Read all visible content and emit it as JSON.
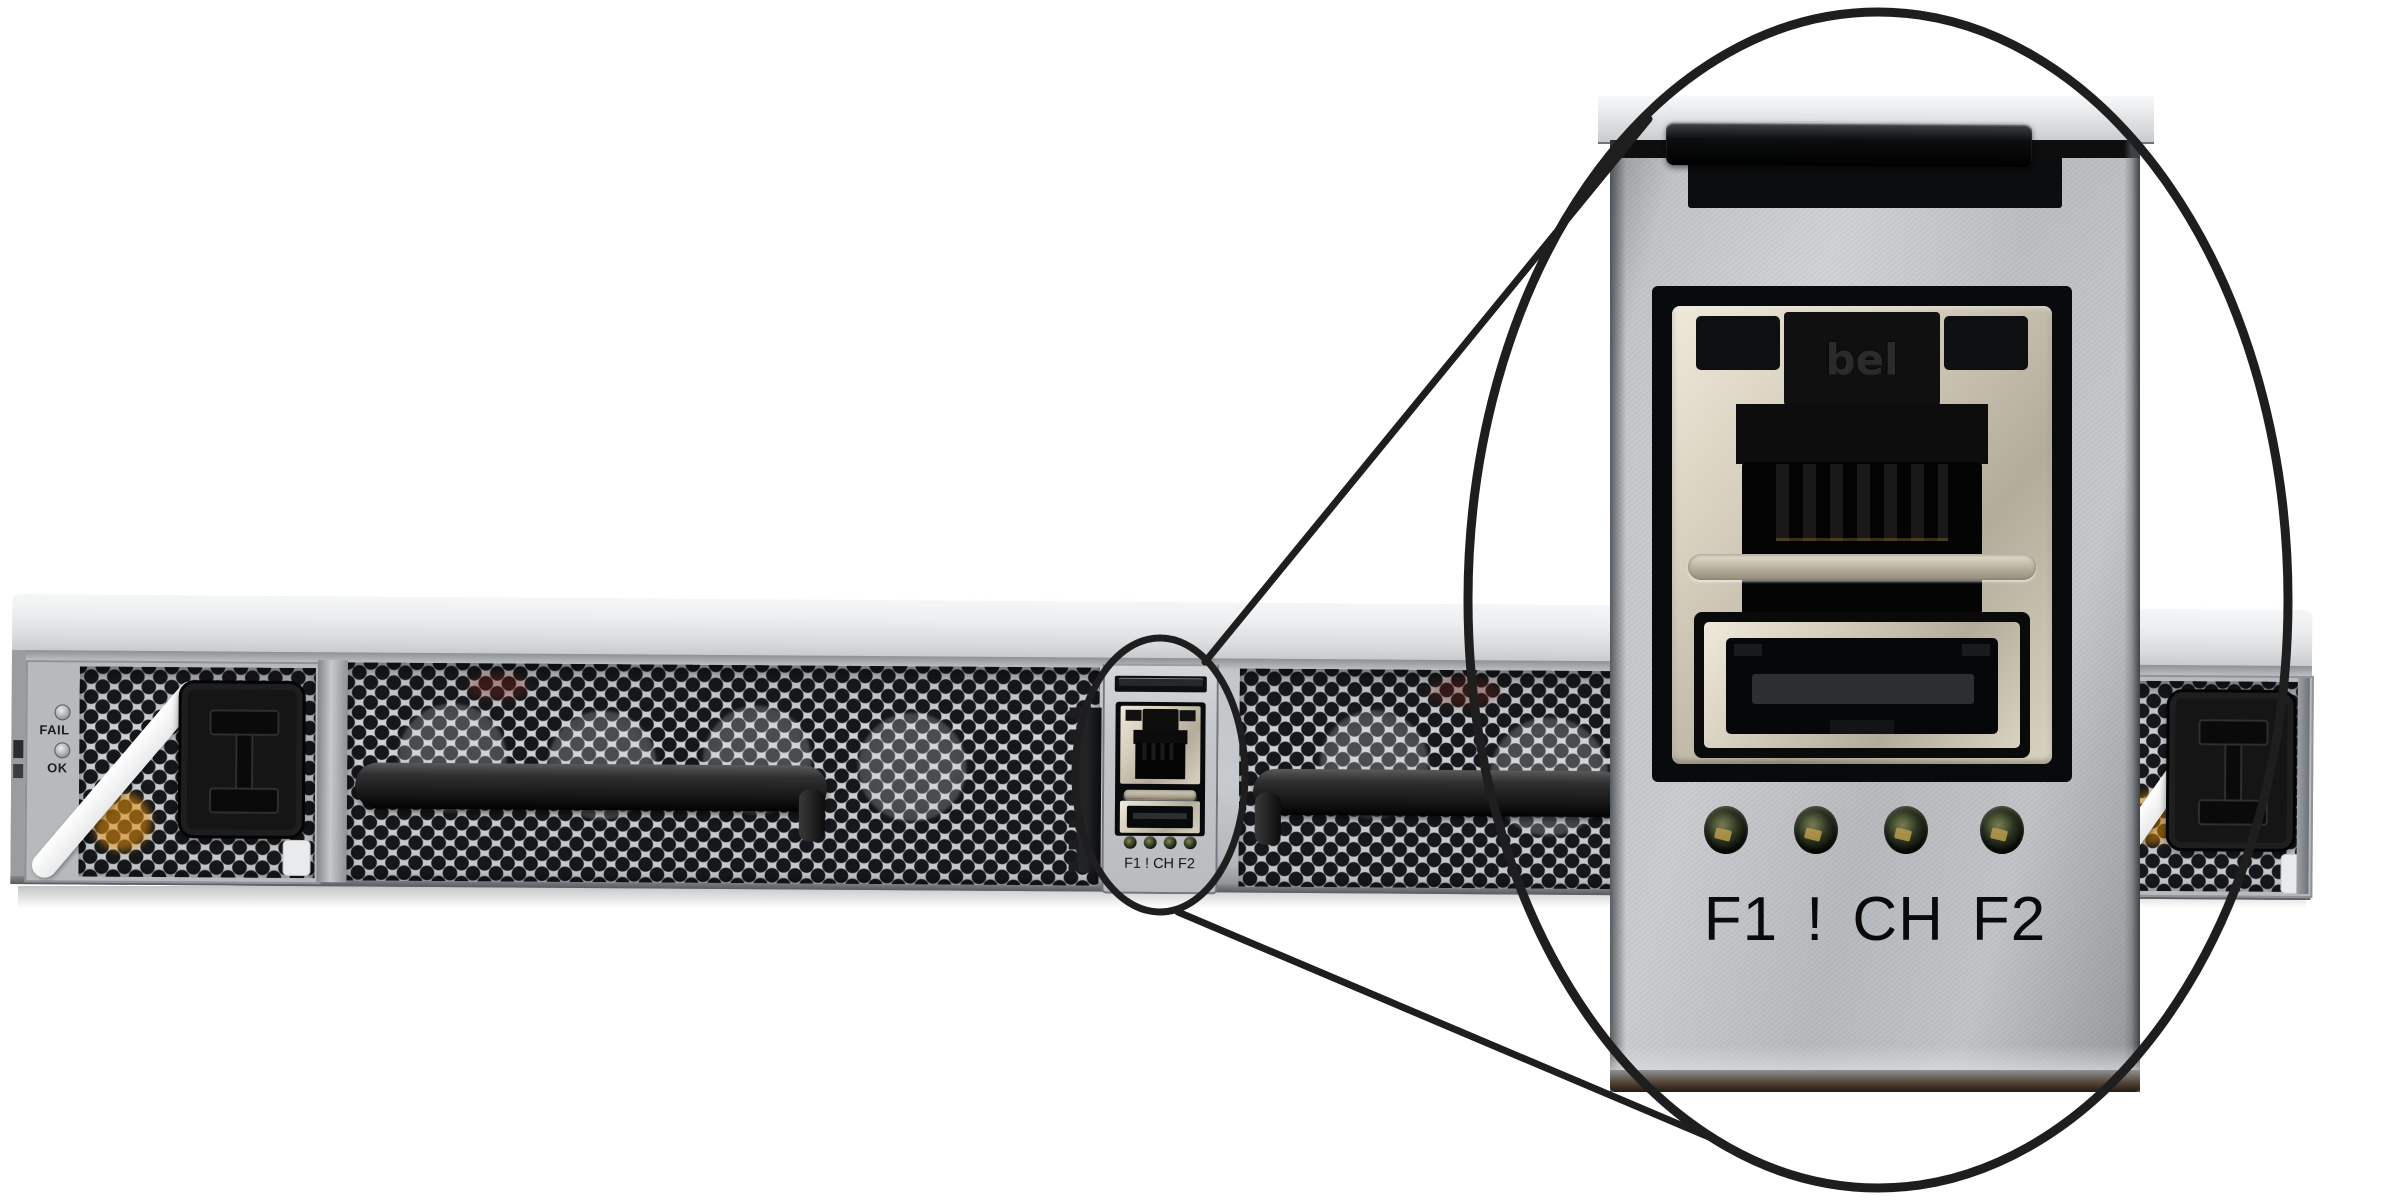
{
  "scene": {
    "description": "Rear view of 1U rack appliance with magnified callout of the management port panel"
  },
  "chassis": {
    "psu_left": {
      "fail_label": "FAIL",
      "ok_label": "OK"
    },
    "port_panel": {
      "label": "F1 ! CH F2"
    }
  },
  "callout": {
    "rj45_brand": "bel",
    "led_labels": [
      "F1",
      "!",
      "CH",
      "F2"
    ]
  },
  "colors": {
    "background": "#ffffff",
    "chassis_body": "#c3c6c8",
    "chassis_lid": "#e9ebec",
    "mesh_web": "#c9cdd0",
    "mesh_hole": "#15171a",
    "panel_metal": "#bcc0c3",
    "shield_metal": "#cfc8b6",
    "handle_black": "#1c1c1c",
    "annotation_line": "#1e1e1e",
    "led_gold": "#b89a4e",
    "psu_orange": "#e8920a"
  }
}
